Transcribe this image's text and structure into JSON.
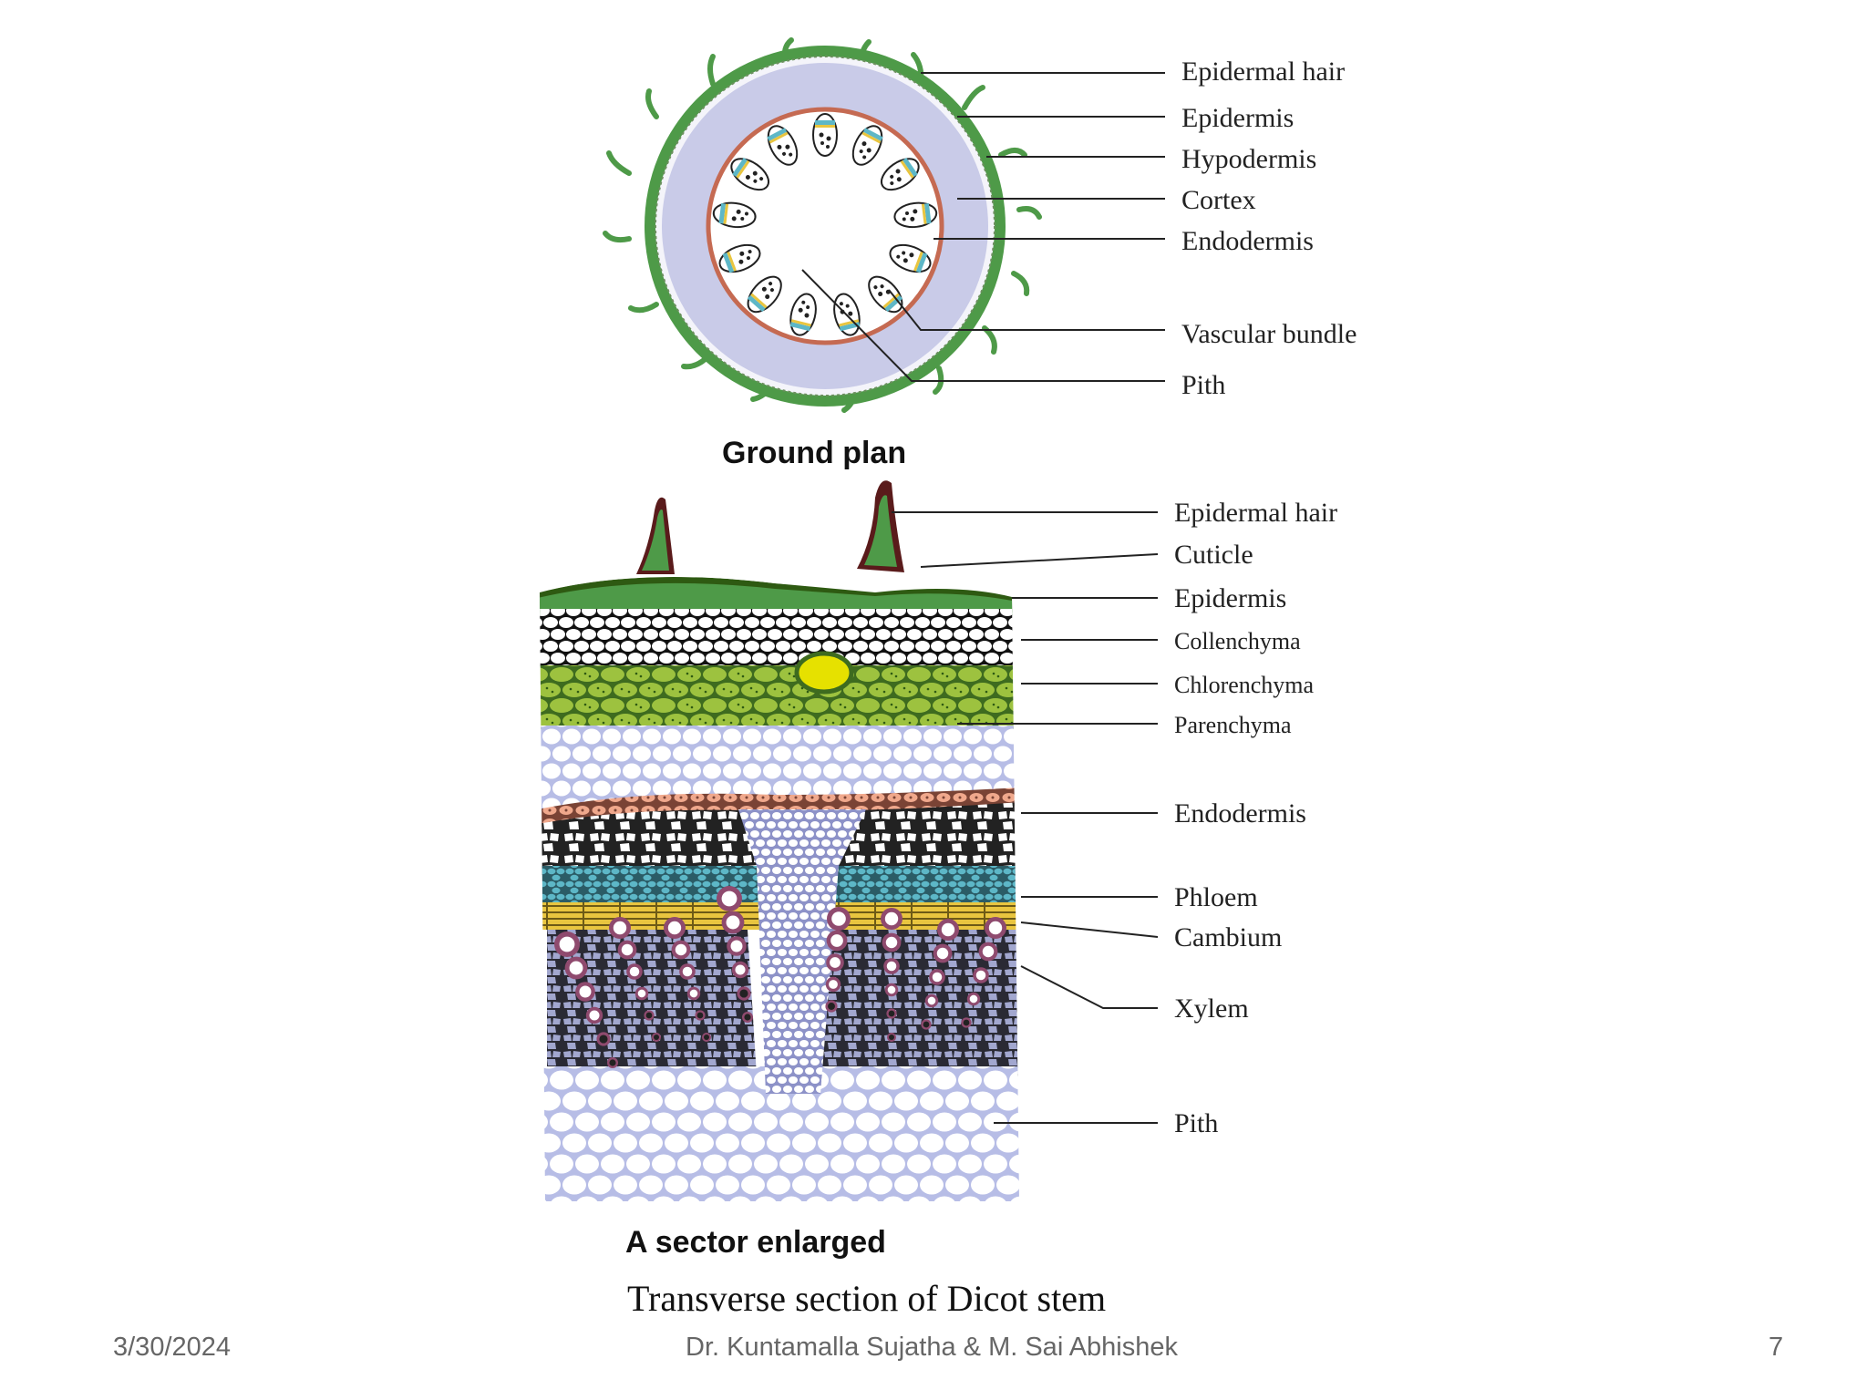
{
  "ground_plan": {
    "labels": [
      "Epidermal hair",
      "Epidermis",
      "Hypodermis",
      "Cortex",
      "Endodermis",
      "Vascular bundle",
      "Pith"
    ],
    "caption": "Ground plan"
  },
  "sector": {
    "labels": [
      "Epidermal hair",
      "Cuticle",
      "Epidermis",
      "Collenchyma",
      "Chlorenchyma",
      "Parenchyma",
      "Endodermis",
      "Phloem",
      "Cambium",
      "Xylem",
      "Pith"
    ],
    "caption": "A sector enlarged"
  },
  "figure_title": "Transverse section of Dicot stem",
  "footer": {
    "date": "3/30/2024",
    "authors": "Dr. Kuntamalla Sujatha & M. Sai Abhishek",
    "page": "7"
  },
  "colors": {
    "epidermis": "#4e9a48",
    "cortex": "#c9cbe8",
    "endodermis": "#c56a52",
    "chlorenchyma": "#9dc23f",
    "phloem": "#5db7c7",
    "cambium": "#e9c53f",
    "xylem": "#8f4a6e",
    "pith": "#b7bde6"
  }
}
